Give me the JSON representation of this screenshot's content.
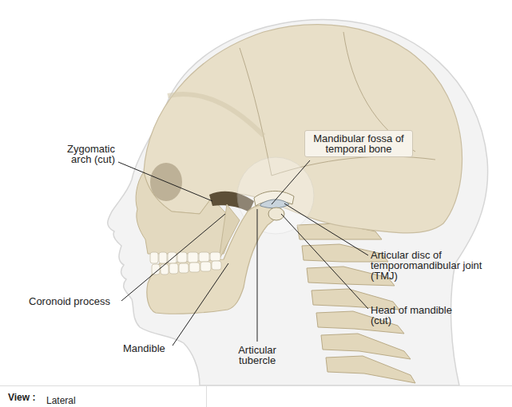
{
  "diagram": {
    "nodes": [
      {
        "text": [
          "Mandibular fossa of temporal bone"
        ]
      }
    ],
    "labels": [
      "Zygomatic arch (cut)",
      "Coronoid process",
      "Mandible",
      "Articular tubercle",
      "Articular disc of temporomandibular joint (TMJ)",
      "Head of mandible (cut)",
      "View :",
      "Lateral"
    ]
  }
}
